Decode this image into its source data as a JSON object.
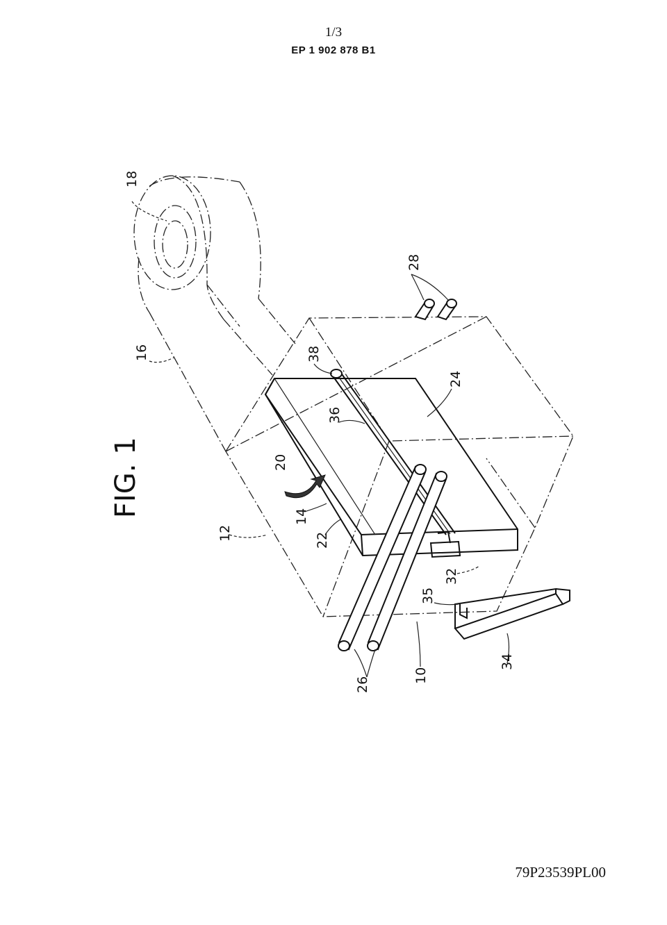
{
  "header": {
    "page_number": "1/3",
    "patent_number": "EP 1 902 878 B1"
  },
  "figure": {
    "title": "FIG. 1",
    "reference_numerals": [
      {
        "id": "18",
        "label": "18"
      },
      {
        "id": "16",
        "label": "16"
      },
      {
        "id": "28",
        "label": "28"
      },
      {
        "id": "38",
        "label": "38"
      },
      {
        "id": "36",
        "label": "36"
      },
      {
        "id": "24",
        "label": "24"
      },
      {
        "id": "20",
        "label": "20"
      },
      {
        "id": "14",
        "label": "14"
      },
      {
        "id": "22",
        "label": "22"
      },
      {
        "id": "12",
        "label": "12"
      },
      {
        "id": "32",
        "label": "32"
      },
      {
        "id": "35",
        "label": "35"
      },
      {
        "id": "26",
        "label": "26"
      },
      {
        "id": "10",
        "label": "10"
      },
      {
        "id": "34",
        "label": "34"
      }
    ]
  },
  "footer": {
    "document_reference": "79P23539PL00"
  }
}
